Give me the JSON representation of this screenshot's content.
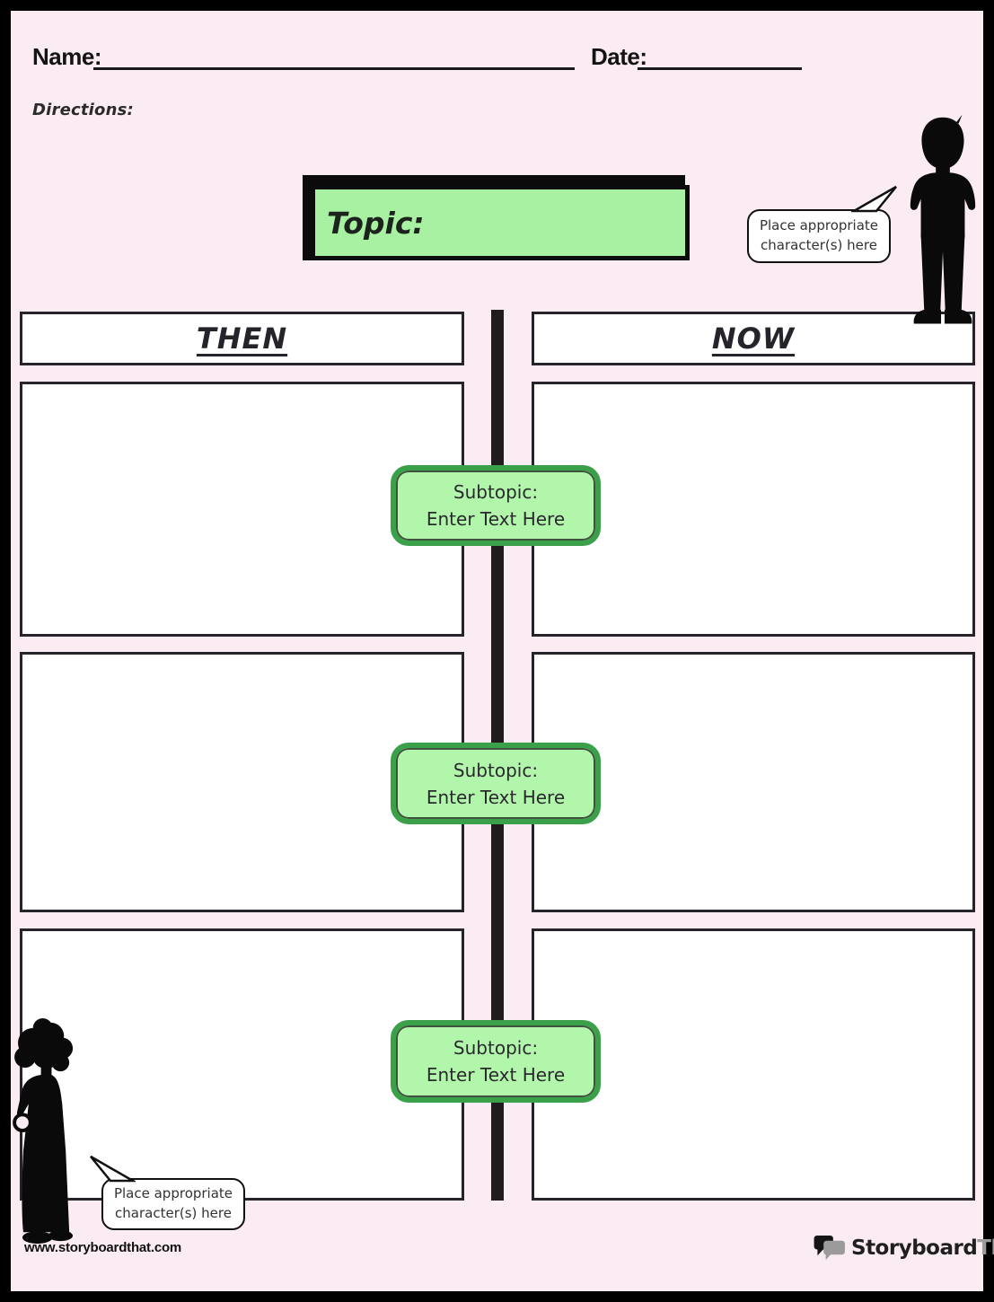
{
  "header": {
    "name_label": "Name:",
    "date_label": "Date:",
    "directions_label": "Directions:"
  },
  "topic": {
    "label": "Topic:"
  },
  "columns": {
    "then_label": "THEN",
    "now_label": "NOW"
  },
  "subtopics": [
    {
      "label": "Subtopic:",
      "hint": "Enter Text Here"
    },
    {
      "label": "Subtopic:",
      "hint": "Enter Text Here"
    },
    {
      "label": "Subtopic:",
      "hint": "Enter Text Here"
    }
  ],
  "character_placeholders": {
    "top_right": "Place appropriate character(s) here",
    "bottom_left": "Place appropriate character(s) here"
  },
  "footer": {
    "website": "www.storyboardthat.com",
    "logo_text_primary": "Storyboard",
    "logo_text_secondary": "That"
  },
  "icons": {
    "logo_icon": "speech-bubbles-icon",
    "top_right_character": "boy-silhouette",
    "bottom_left_character": "woman-silhouette"
  },
  "colors": {
    "page_background": "#fbecf3",
    "frame": "#000000",
    "topic_fill": "#a9f1a2",
    "subtopic_fill": "#b2f6ac",
    "subtopic_border": "#3aa04a",
    "ink": "#26242a",
    "timeline_bar": "#201c1d",
    "logo_gray": "#9b9b9b"
  }
}
